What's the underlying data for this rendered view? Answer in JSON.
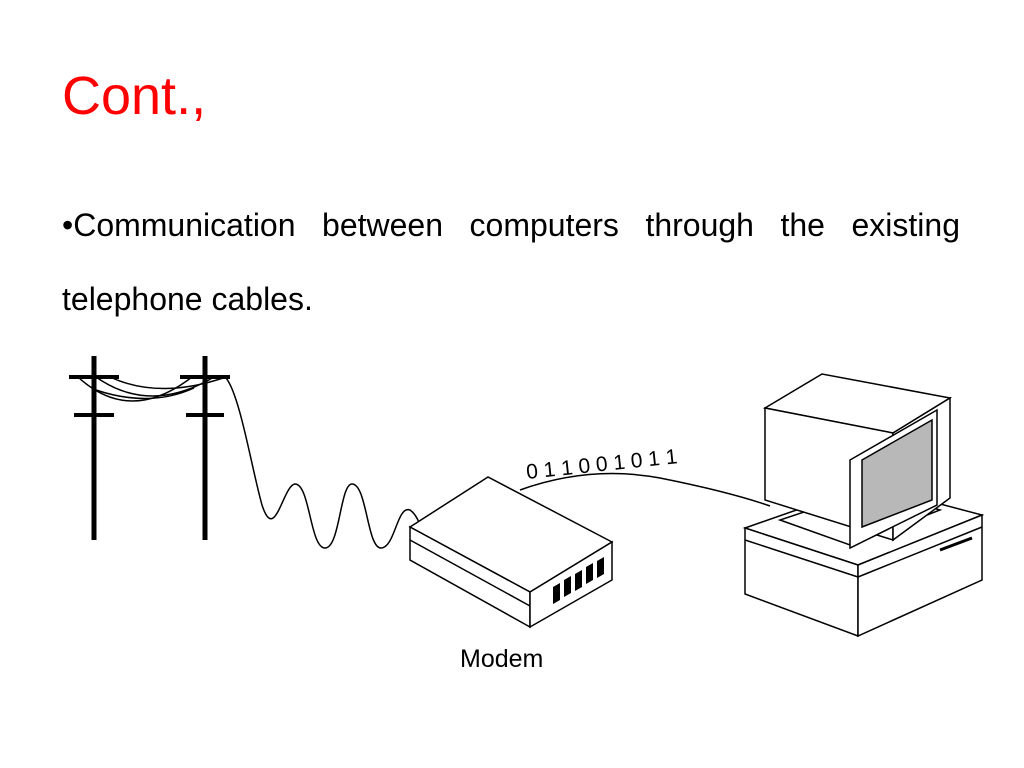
{
  "slide": {
    "title": "Cont.,",
    "bullet_symbol": "•",
    "bullet_text": "Communication between computers through the existing telephone cables."
  },
  "diagram": {
    "bits_label": "0 1 1 0 0 1 0 1 1",
    "modem_label": "Modem",
    "icons": [
      "telephone-pole-icon",
      "telephone-pole-icon",
      "modem-icon",
      "computer-icon"
    ]
  },
  "colors": {
    "title": "#ff0000",
    "text": "#000000",
    "background": "#ffffff"
  }
}
